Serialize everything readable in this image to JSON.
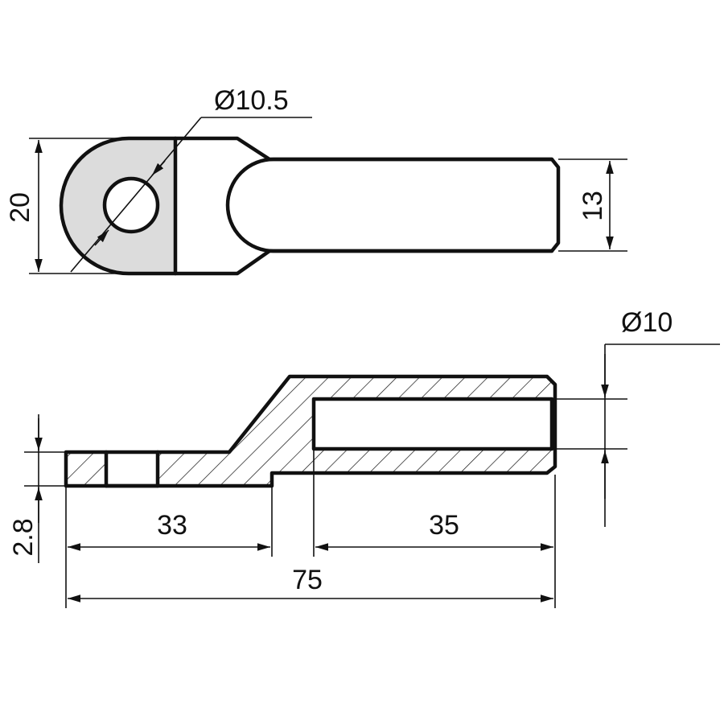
{
  "drawing": {
    "top_view": {
      "hole_diameter_label": "Ø10.5",
      "width_label": "20",
      "barrel_height_label": "13"
    },
    "section_view": {
      "bore_diameter_label": "Ø10",
      "palm_thickness_label": "2.8",
      "palm_length_label": "33",
      "bore_length_label": "35",
      "overall_length_label": "75"
    },
    "colors": {
      "line": "#111111",
      "contact_area_fill": "#dcdcdc",
      "background": "#ffffff"
    }
  }
}
